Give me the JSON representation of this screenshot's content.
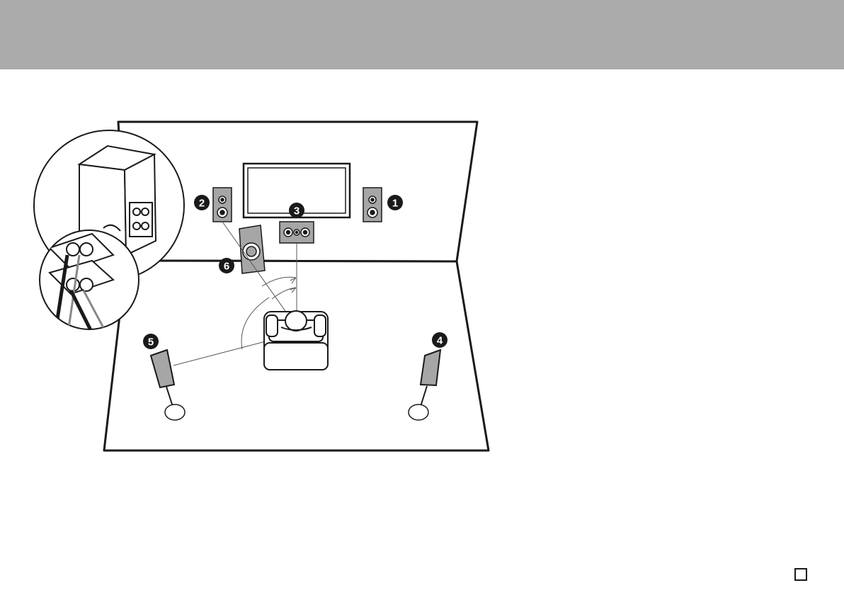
{
  "colors": {
    "header": "#ababab",
    "line": "#1a1a1a",
    "speaker_fill": "#a6a6a6",
    "speaker_dark": "#7a7a7a",
    "panel": "#ffffff"
  },
  "callouts": [
    {
      "id": "front-right",
      "label": "1"
    },
    {
      "id": "front-left",
      "label": "2"
    },
    {
      "id": "center",
      "label": "3"
    },
    {
      "id": "surround-right",
      "label": "4"
    },
    {
      "id": "surround-left",
      "label": "5"
    },
    {
      "id": "subwoofer",
      "label": "6"
    }
  ],
  "icons": {
    "page": "page-square-icon",
    "inset": "speaker-terminal-inset",
    "tv": "television-icon",
    "sofa": "listening-sofa-icon",
    "listener": "listener-head-icon"
  }
}
